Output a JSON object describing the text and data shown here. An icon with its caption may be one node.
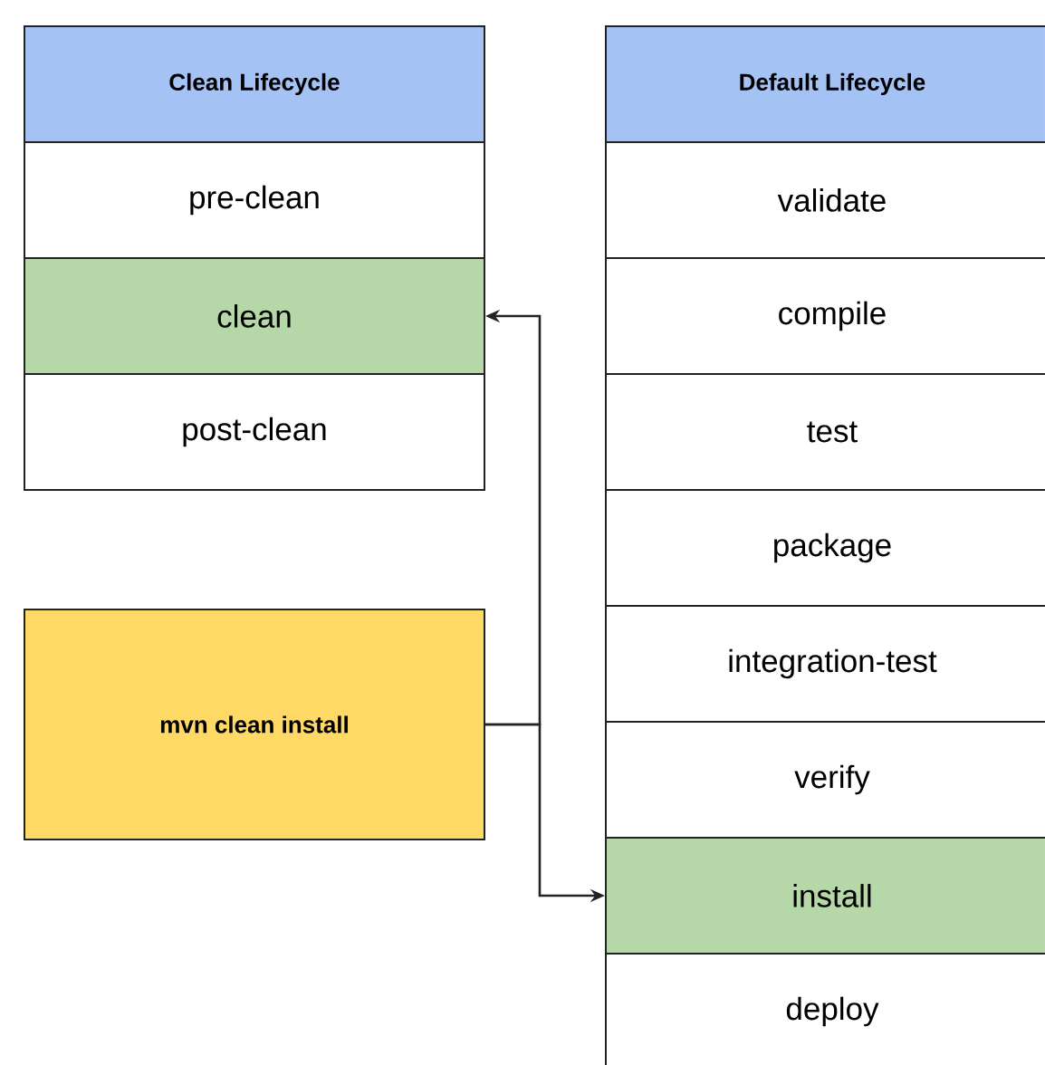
{
  "diagram": {
    "nodes": [
      {
        "text": [
          "Clean Lifecycle"
        ]
      },
      {
        "text": [
          "pre-clean"
        ]
      },
      {
        "text": [
          "clean"
        ]
      },
      {
        "text": [
          "post-clean"
        ]
      },
      {
        "text": [
          "Default Lifecycle"
        ]
      },
      {
        "text": [
          "validate"
        ]
      },
      {
        "text": [
          "compile"
        ]
      },
      {
        "text": [
          "test"
        ]
      },
      {
        "text": [
          "package"
        ]
      },
      {
        "text": [
          "integration-test"
        ]
      },
      {
        "text": [
          "verify"
        ]
      },
      {
        "text": [
          "install"
        ]
      },
      {
        "text": [
          "deploy"
        ]
      },
      {
        "text": [
          "mvn clean install"
        ]
      }
    ],
    "edges": [
      {
        "from": 13,
        "to": 2,
        "arrow": "to"
      },
      {
        "from": 13,
        "to": 11,
        "arrow": "to"
      }
    ]
  }
}
